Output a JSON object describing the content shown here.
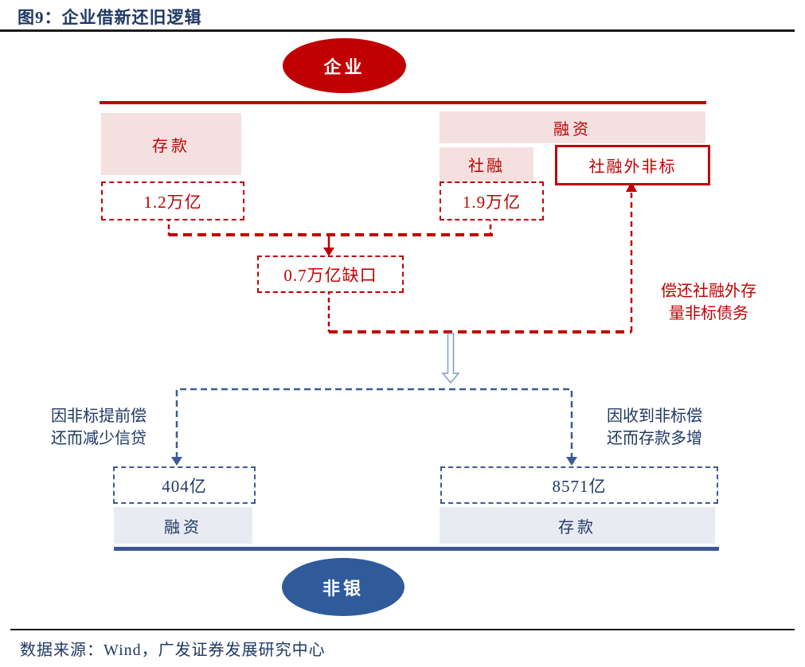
{
  "figure": {
    "title": "图9：企业借新还旧逻辑",
    "source": "数据来源：Wind，广发证券发展研究中心"
  },
  "diagram": {
    "top_entity": "企业",
    "bottom_entity": "非银",
    "enterprise_row": {
      "deposit_label": "存款",
      "deposit_value": "1.2万亿",
      "financing_label": "融资",
      "social_financing_label": "社融",
      "social_financing_value": "1.9万亿",
      "nonstandard_label": "社融外非标"
    },
    "gap_value": "0.7万亿缺口",
    "repay_note": {
      "line1": "偿还社融外存",
      "line2": "量非标债务"
    },
    "left_note": {
      "line1": "因非标提前偿",
      "line2": "还而减少信贷"
    },
    "right_note": {
      "line1": "因收到非标偿",
      "line2": "还而存款多增"
    },
    "nonbank_row": {
      "financing_label": "融资",
      "financing_value": "404亿",
      "deposit_label": "存款",
      "deposit_value": "8571亿"
    }
  },
  "colors": {
    "red": "#C00000",
    "pink": "#F5E0E0",
    "navy": "#1F3864",
    "steel_blue": "#3C5A96",
    "nonbank_blue": "#2F5B9B",
    "gray_fill": "#E9EBF3"
  }
}
